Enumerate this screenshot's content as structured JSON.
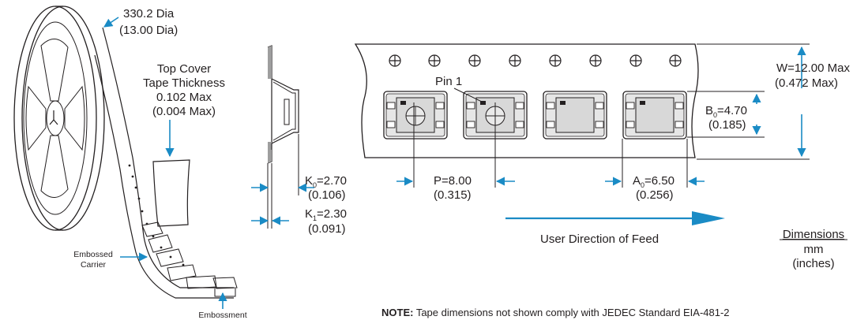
{
  "reel": {
    "diameter": "330.2 Dia",
    "diameter_in": "(13.00 Dia)"
  },
  "cover_tape": {
    "line1": "Top Cover",
    "line2": "Tape Thickness",
    "value": "0.102 Max",
    "value_in": "(0.004 Max)"
  },
  "carrier": {
    "line1": "Embossed",
    "line2": "Carrier"
  },
  "embossment": "Embossment",
  "k0": {
    "prefix": "K",
    "sub": "0",
    "value": "=2.70",
    "inches": "(0.106)"
  },
  "k1": {
    "prefix": "K",
    "sub": "1",
    "value": "=2.30",
    "inches": "(0.091)"
  },
  "pin1": "Pin 1",
  "width": {
    "value": "W=12.00 Max",
    "inches": "(0.472 Max)"
  },
  "b0": {
    "prefix": "B",
    "sub": "0",
    "value": "=4.70",
    "inches": "(0.185)"
  },
  "pitch": {
    "value": "P=8.00",
    "inches": "(0.315)"
  },
  "a0": {
    "prefix": "A",
    "sub": "0",
    "value": "=6.50",
    "inches": "(0.256)"
  },
  "feed_direction": "User Direction of Feed",
  "units": {
    "title": "Dimensions",
    "unit": "mm",
    "unit_alt": "(inches)"
  },
  "note": {
    "label": "NOTE:",
    "text": " Tape dimensions not shown comply with JEDEC Standard EIA-481-2"
  },
  "colors": {
    "arrow": "#1a8bc5",
    "line": "#231f20",
    "pocket": "#e6e6e6",
    "die": "#d8d8d8"
  }
}
